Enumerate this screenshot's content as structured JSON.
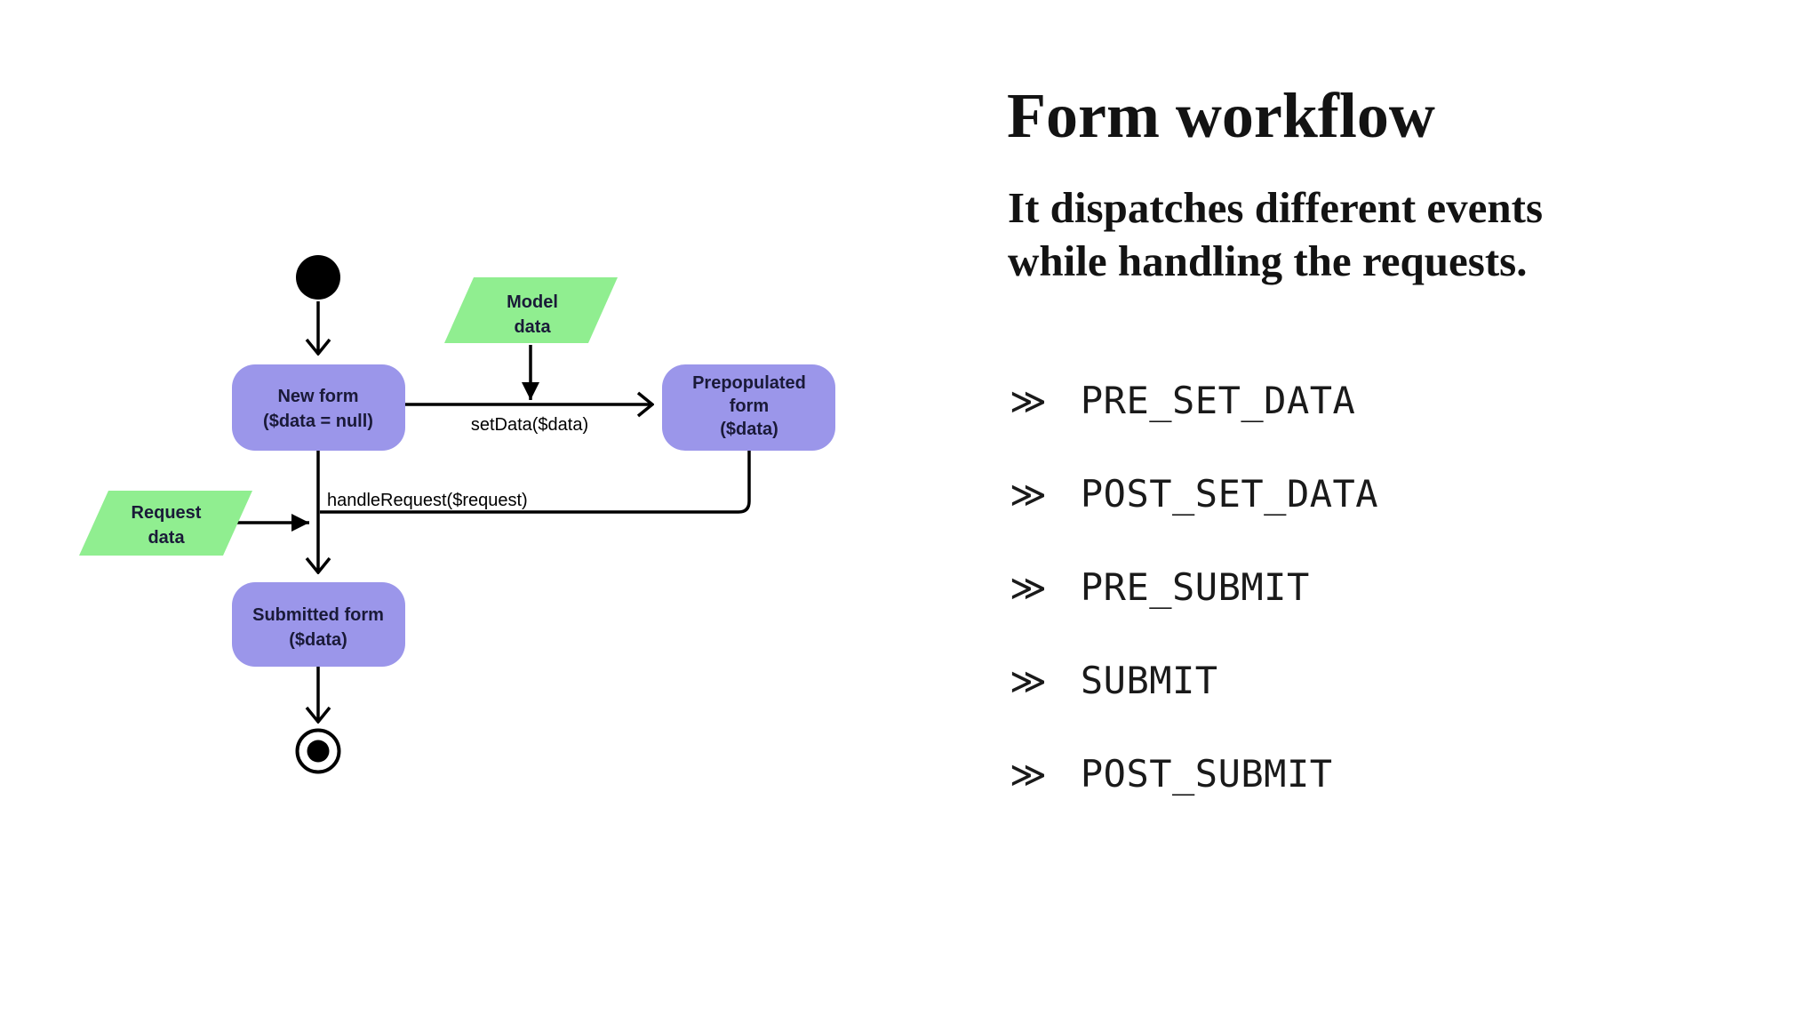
{
  "colors": {
    "background": "#ffffff",
    "state_fill": "#9b96ea",
    "data_fill": "#90ee90",
    "line": "#000000",
    "node_text": "#1a1a38",
    "heading_text": "#131313"
  },
  "diagram": {
    "nodes": {
      "new_form": {
        "line1": "New form",
        "line2": "($data = null)"
      },
      "prepopulated_form": {
        "line1": "Prepopulated",
        "line2": "form",
        "line3": "($data)"
      },
      "submitted_form": {
        "line1": "Submitted form",
        "line2": "($data)"
      },
      "model_data": {
        "line1": "Model",
        "line2": "data"
      },
      "request_data": {
        "line1": "Request",
        "line2": "data"
      }
    },
    "edges": {
      "set_data_label": "setData($data)",
      "handle_request_label": "handleRequest($request)"
    }
  },
  "panel": {
    "title": "Form workflow",
    "subtitle_lines": [
      "It dispatches different events",
      "while handling the requests."
    ],
    "events": [
      {
        "marker": "≫",
        "label": "PRE_SET_DATA"
      },
      {
        "marker": "≫",
        "label": "POST_SET_DATA"
      },
      {
        "marker": "≫",
        "label": "PRE_SUBMIT"
      },
      {
        "marker": "≫",
        "label": "SUBMIT"
      },
      {
        "marker": "≫",
        "label": "POST_SUBMIT"
      }
    ]
  }
}
